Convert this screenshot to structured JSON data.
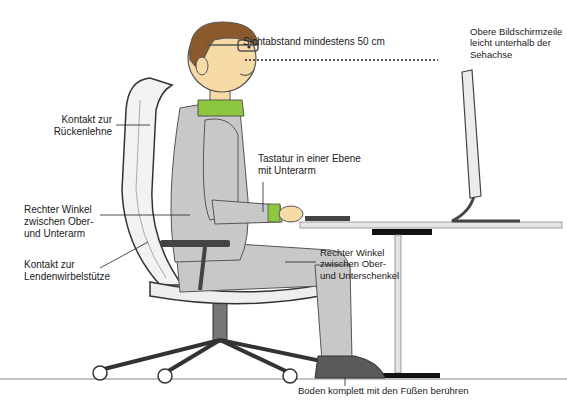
{
  "diagram": {
    "labels": [
      "Sichtabstand mindestens 50 cm",
      "Obere Bildschirmzeile leicht unterhalb der Sehachse",
      "Kontakt zur Rückenlehne",
      "Tastatur in einer Ebene mit Unterarm",
      "Rechter Winkel zwischen Ober- und Unterarm",
      "Rechter Winkel zwischen Ober- und Unterschenkel",
      "Kontakt zur Lendenwirbelstütze",
      "Boden komplett mit den Füßen berühren"
    ]
  }
}
